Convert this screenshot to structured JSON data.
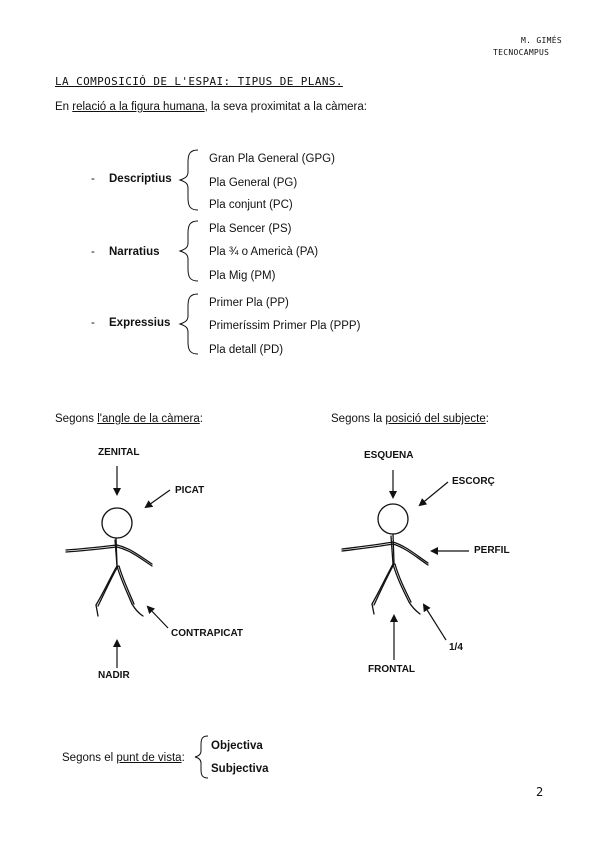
{
  "header": {
    "corner_line1": "M. GIMÉS",
    "corner_line2": "TECNOCAMPUS",
    "title": "LA COMPOSICIÓ DE L'ESPAI: TIPUS DE PLANS."
  },
  "intro": {
    "prefix": "En",
    "link": "relació a la figura humana",
    "suffix": ", la seva proximitat a la càmera:"
  },
  "groups": [
    {
      "dash": "-",
      "name": "Descriptius",
      "items": [
        "Gran Pla General (GPG)",
        "Pla General (PG)",
        "Pla conjunt (PC)"
      ]
    },
    {
      "dash": "-",
      "name": "Narratius",
      "items": [
        "Pla Sencer (PS)",
        "Pla ¾ o Americà (PA)",
        "Pla Mig (PM)"
      ]
    },
    {
      "dash": "-",
      "name": "Expressius",
      "items": [
        "Primer Pla (PP)",
        "Primeríssim Primer Pla (PPP)",
        "Pla detall (PD)"
      ]
    }
  ],
  "angle": {
    "prefix": "Segons",
    "link": "l'angle de la càmera",
    "suffix": ":",
    "labels": {
      "zenital": "ZENITAL",
      "picat": "PICAT",
      "contrapicat": "CONTRAPICAT",
      "nadir": "NADIR"
    }
  },
  "position": {
    "prefix": "Segons la",
    "link": "posició del subjecte",
    "suffix": ":",
    "labels": {
      "esquena": "ESQUENA",
      "escorc": "ESCORÇ",
      "perfil": "PERFIL",
      "quarter": "1/4",
      "frontal": "FRONTAL"
    }
  },
  "viewpoint": {
    "prefix": "Segons el",
    "link": "punt de vista",
    "suffix": ":",
    "options": [
      "Objectiva",
      "Subjectiva"
    ]
  },
  "page_number": "2"
}
